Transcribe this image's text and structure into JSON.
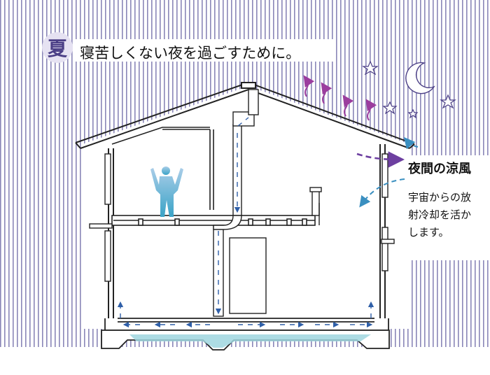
{
  "header": {
    "season_badge": "夏",
    "title": "寝苦しくない夜を過ごすために。"
  },
  "annotations": {
    "night_breeze": "夜間の涼風",
    "radiative_cooling_lines": [
      "宇宙からの放",
      "射冷却を活か",
      "します。"
    ]
  },
  "icons": {
    "moon": "crescent-moon-icon",
    "stars": "star-icon",
    "person": "person-figure-icon"
  },
  "colors": {
    "background_stripes": "#8a86b8",
    "badge_fill": "#e6e2f2",
    "badge_text": "#4b3f86",
    "warm_air_arrow": "#9b3d9e",
    "night_breeze_arrow": "#6d3fa0",
    "cool_air_arrow": "#3a8fc0",
    "duct_air_arrow": "#2f5fa8",
    "floor_cool_pool": "#9fd6df",
    "person_gradient_top": "#a9cde8",
    "person_gradient_bottom": "#3aa3c7"
  }
}
